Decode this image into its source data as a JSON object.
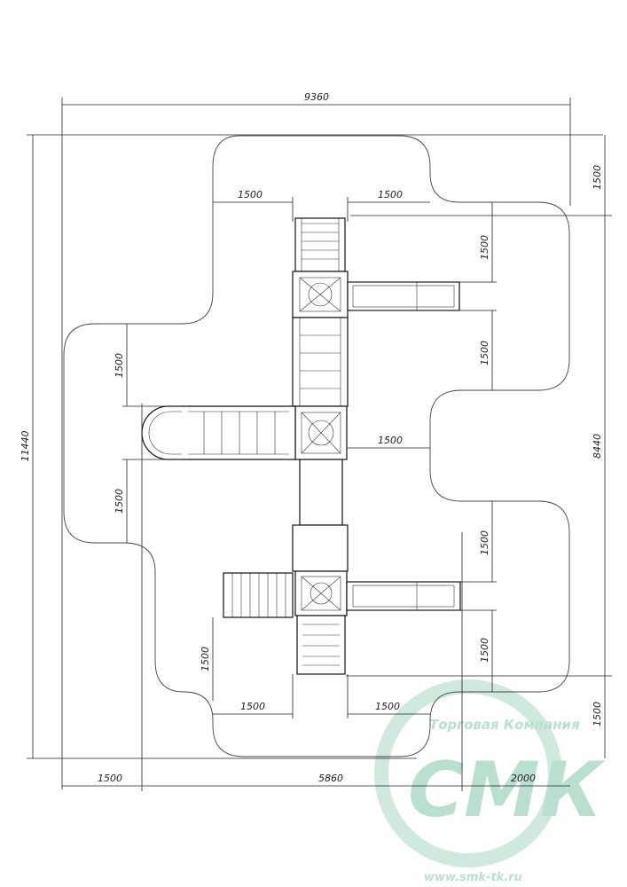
{
  "dimensions": {
    "top_total": "9360",
    "left_total": "11440",
    "right_inner": "8440",
    "right_top": "1500",
    "right_bottom": "1500",
    "bottom_left": "1500",
    "bottom_mid": "5860",
    "bottom_right": "2000",
    "top_gap_left": "1500",
    "top_gap_right": "1500",
    "r_1": "1500",
    "r_2": "1500",
    "mid_left_upper": "1500",
    "mid_right": "1500",
    "mid_left_lower": "1500",
    "r_3": "1500",
    "r_4": "1500",
    "low_left": "1500",
    "bot_gap_left": "1500",
    "bot_gap_right": "1500"
  },
  "watermark": {
    "company": "Торговая Компания",
    "logo": "СМК",
    "url": "www.smk-tk.ru",
    "color": "#b9e0cf"
  }
}
